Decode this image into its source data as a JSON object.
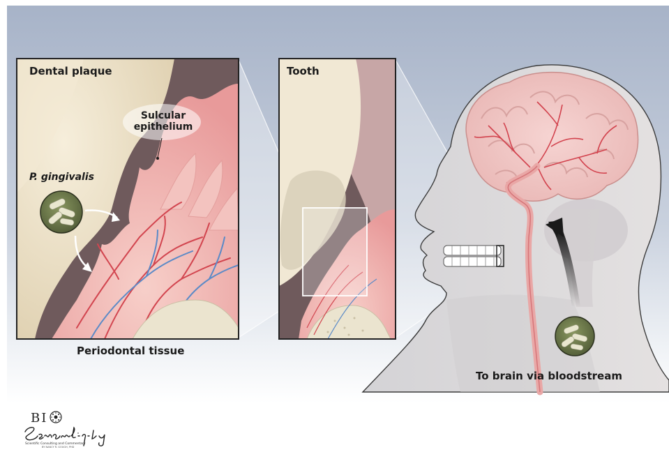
{
  "labels": {
    "dental_plaque": "Dental plaque",
    "tooth": "Tooth",
    "sulcular_line1": "Sulcular",
    "sulcular_line2": "epithelium",
    "p_gingivalis": "P. gingivalis",
    "periodontal_tissue": "Periodontal tissue",
    "to_brain": "To brain via bloodstream"
  },
  "logo": {
    "line1": "BIO",
    "line2": "Serendipity",
    "tagline": "Scientific Consulting and Commentary",
    "byline": "BY NANCY R. GOUGH, PHD"
  },
  "colors": {
    "background_top": "#a9b5c9",
    "background_bottom": "#ffffff",
    "plaque": "#efe4cc",
    "gum_pink": "#f2b7b4",
    "dark_sulcus": "#6f5a5c",
    "artery": "#d2454f",
    "vein": "#5b8ac7",
    "bacteria_bg": "#6f7d4e"
  }
}
